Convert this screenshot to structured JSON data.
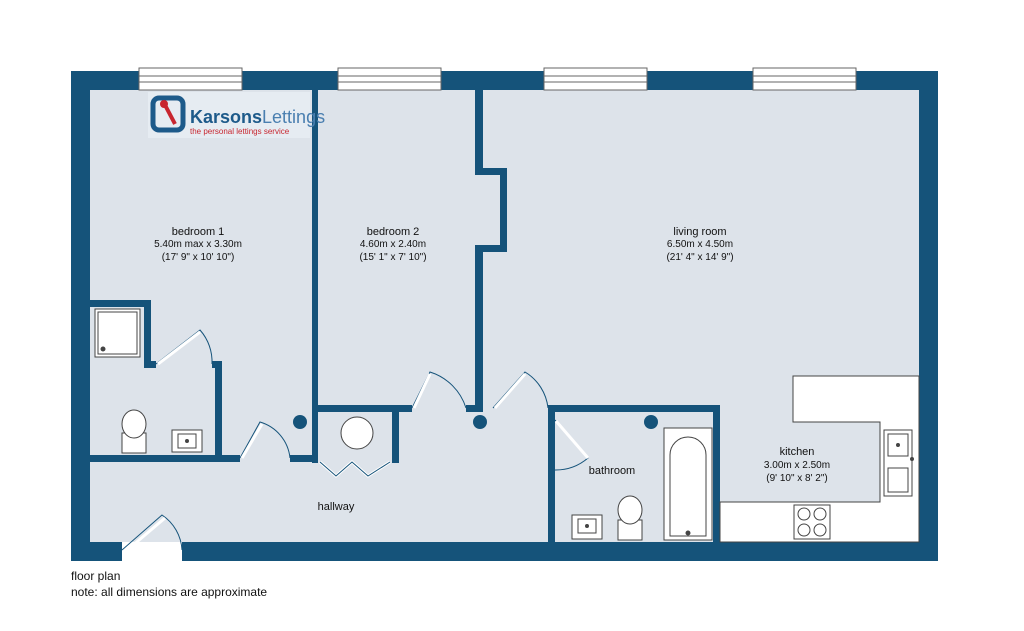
{
  "colors": {
    "wall": "#15537a",
    "floor": "#dde3ea",
    "fixture": "#ffffff",
    "logo_red": "#c8262f",
    "logo_blue": "#1d5a8a"
  },
  "logo": {
    "brand_part1": "Karsons",
    "brand_part2": "Lettings",
    "tagline": "the personal lettings service"
  },
  "rooms": [
    {
      "id": "bedroom-1",
      "name": "bedroom 1",
      "metric": "5.40m max x 3.30m",
      "imperial": "(17' 9\" x 10' 10\")"
    },
    {
      "id": "bedroom-2",
      "name": "bedroom 2",
      "metric": "4.60m x 2.40m",
      "imperial": "(15' 1\" x 7' 10\")"
    },
    {
      "id": "living-room",
      "name": "living room",
      "metric": "6.50m x 4.50m",
      "imperial": "(21' 4\" x 14' 9\")"
    },
    {
      "id": "kitchen",
      "name": "kitchen",
      "metric": "3.00m x 2.50m",
      "imperial": "(9' 10\" x 8' 2\")"
    },
    {
      "id": "bathroom",
      "name": "bathroom",
      "metric": "",
      "imperial": ""
    },
    {
      "id": "hallway",
      "name": "hallway",
      "metric": "",
      "imperial": ""
    }
  ],
  "footer": {
    "title": "floor plan",
    "note": "note:  all dimensions are approximate"
  }
}
